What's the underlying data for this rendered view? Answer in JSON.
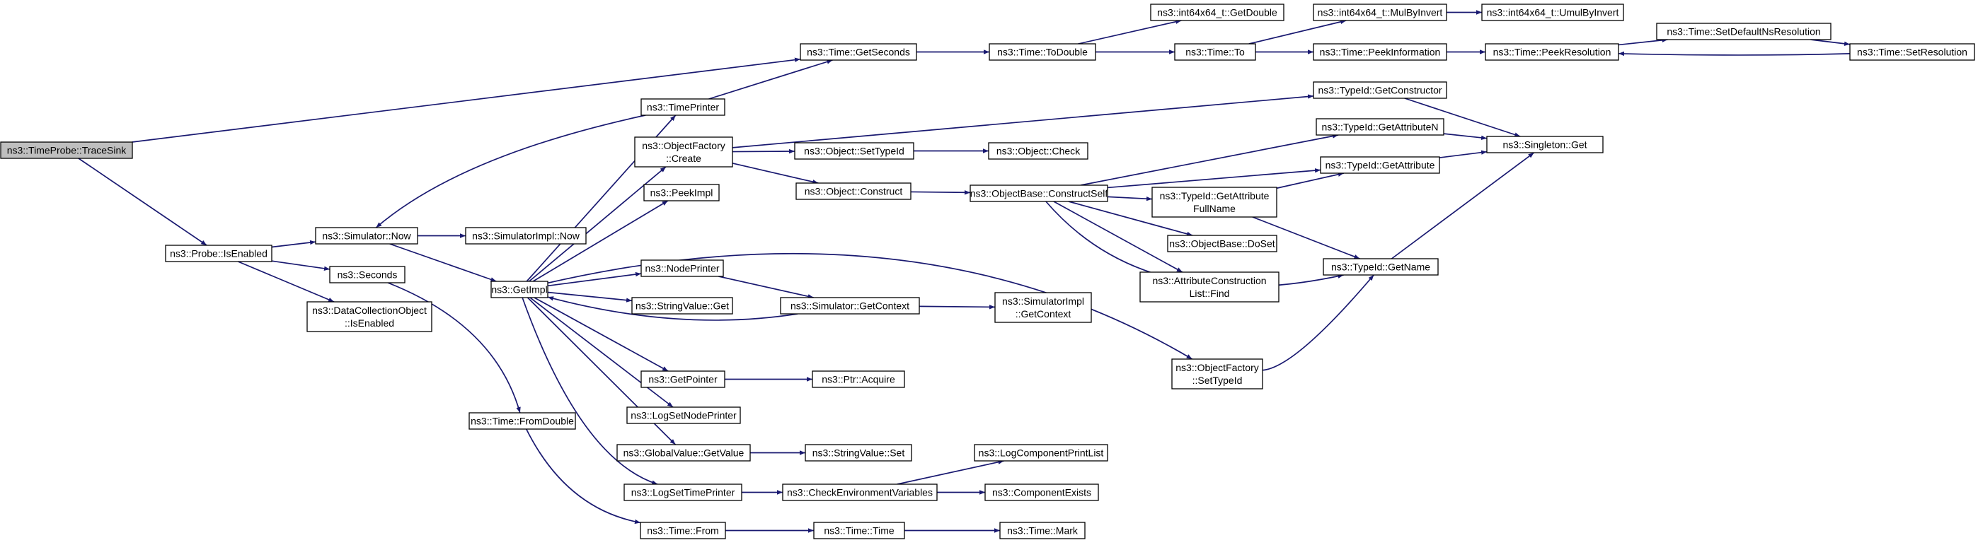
{
  "colors": {
    "edge": "#191970",
    "node_border": "#000000",
    "node_fill": "#ffffff",
    "root_fill": "#bfbfbf",
    "highlight_border": "#ff0000"
  },
  "nodes": {
    "TraceSink": {
      "lines": [
        "ns3::TimeProbe::TraceSink"
      ],
      "style": "root"
    },
    "ProbeIsEnabled": {
      "lines": [
        "ns3::Probe::IsEnabled"
      ]
    },
    "SimNow": {
      "lines": [
        "ns3::Simulator::Now"
      ]
    },
    "SimImplNow": {
      "lines": [
        "ns3::SimulatorImpl::Now"
      ]
    },
    "Seconds": {
      "lines": [
        "ns3::Seconds"
      ]
    },
    "DCOIsEnabled": {
      "lines": [
        "ns3::DataCollectionObject",
        "::IsEnabled"
      ]
    },
    "GetImpl": {
      "lines": [
        "ns3::GetImpl"
      ]
    },
    "TimeFromDouble": {
      "lines": [
        "ns3::Time::FromDouble"
      ]
    },
    "TimePrinter": {
      "lines": [
        "ns3::TimePrinter"
      ]
    },
    "ObjFactoryCreate": {
      "lines": [
        "ns3::ObjectFactory",
        "::Create"
      ]
    },
    "PeekImpl": {
      "lines": [
        "ns3::PeekImpl"
      ]
    },
    "NodePrinter": {
      "lines": [
        "ns3::NodePrinter"
      ]
    },
    "StringValueGet": {
      "lines": [
        "ns3::StringValue::Get"
      ]
    },
    "GetPointer": {
      "lines": [
        "ns3::GetPointer"
      ]
    },
    "LogSetNodePrinter": {
      "lines": [
        "ns3::LogSetNodePrinter"
      ]
    },
    "GlobalValueGetValue": {
      "lines": [
        "ns3::GlobalValue::GetValue"
      ]
    },
    "LogSetTimePrinter": {
      "lines": [
        "ns3::LogSetTimePrinter"
      ]
    },
    "TimeFrom": {
      "lines": [
        "ns3::Time::From"
      ]
    },
    "TimeGetSeconds": {
      "lines": [
        "ns3::Time::GetSeconds"
      ]
    },
    "TimeToDouble": {
      "lines": [
        "ns3::Time::ToDouble"
      ]
    },
    "Int64GetDouble": {
      "lines": [
        "ns3::int64x64_t::GetDouble"
      ]
    },
    "TimeTo": {
      "lines": [
        "ns3::Time::To"
      ]
    },
    "Int64MulByInvert": {
      "lines": [
        "ns3::int64x64_t::MulByInvert"
      ]
    },
    "Int64UmulByInvert": {
      "lines": [
        "ns3::int64x64_t::UmulByInvert"
      ]
    },
    "TimePeekInformation": {
      "lines": [
        "ns3::Time::PeekInformation"
      ]
    },
    "TimePeekResolution": {
      "lines": [
        "ns3::Time::PeekResolution"
      ]
    },
    "TimeSetDefaultNsResolution": {
      "lines": [
        "ns3::Time::SetDefaultNsResolution"
      ]
    },
    "TimeSetResolution": {
      "lines": [
        "ns3::Time::SetResolution"
      ]
    },
    "TypeIdGetConstructor": {
      "lines": [
        "ns3::TypeId::GetConstructor"
      ]
    },
    "ObjectSetTypeId": {
      "lines": [
        "ns3::Object::SetTypeId"
      ]
    },
    "ObjectCheck": {
      "lines": [
        "ns3::Object::Check"
      ],
      "style": "highlight"
    },
    "ObjectConstruct": {
      "lines": [
        "ns3::Object::Construct"
      ]
    },
    "ObjectBaseConstructSelf": {
      "lines": [
        "ns3::ObjectBase::ConstructSelf"
      ],
      "style": "highlight"
    },
    "TypeIdGetAttributeN": {
      "lines": [
        "ns3::TypeId::GetAttributeN"
      ]
    },
    "TypeIdGetAttribute": {
      "lines": [
        "ns3::TypeId::GetAttribute"
      ]
    },
    "TypeIdGetAttributeFullName": {
      "lines": [
        "ns3::TypeId::GetAttribute",
        "FullName"
      ]
    },
    "ObjectBaseDoSet": {
      "lines": [
        "ns3::ObjectBase::DoSet"
      ]
    },
    "AttrConstructionListFind": {
      "lines": [
        "ns3::AttributeConstruction",
        "List::Find"
      ]
    },
    "SingletonGet": {
      "lines": [
        "ns3::Singleton::Get"
      ]
    },
    "TypeIdGetName": {
      "lines": [
        "ns3::TypeId::GetName"
      ]
    },
    "SimGetContext": {
      "lines": [
        "ns3::Simulator::GetContext"
      ]
    },
    "SimImplGetContext": {
      "lines": [
        "ns3::SimulatorImpl",
        "::GetContext"
      ]
    },
    "ObjFactorySetTypeId": {
      "lines": [
        "ns3::ObjectFactory",
        "::SetTypeId"
      ]
    },
    "PtrAcquire": {
      "lines": [
        "ns3::Ptr::Acquire"
      ]
    },
    "StringValueSet": {
      "lines": [
        "ns3::StringValue::Set"
      ]
    },
    "CheckEnvVars": {
      "lines": [
        "ns3::CheckEnvironmentVariables"
      ]
    },
    "LogComponentPrintList": {
      "lines": [
        "ns3::LogComponentPrintList"
      ],
      "style": "highlight"
    },
    "ComponentExists": {
      "lines": [
        "ns3::ComponentExists"
      ],
      "style": "highlight"
    },
    "TimeTime": {
      "lines": [
        "ns3::Time::Time"
      ]
    },
    "TimeMark": {
      "lines": [
        "ns3::Time::Mark"
      ],
      "style": "highlight"
    }
  },
  "edges": [
    {
      "from": "TraceSink",
      "to": "TimeGetSeconds"
    },
    {
      "from": "TraceSink",
      "to": "ProbeIsEnabled"
    },
    {
      "from": "ProbeIsEnabled",
      "to": "SimNow"
    },
    {
      "from": "ProbeIsEnabled",
      "to": "Seconds"
    },
    {
      "from": "ProbeIsEnabled",
      "to": "DCOIsEnabled"
    },
    {
      "from": "SimNow",
      "to": "SimImplNow"
    },
    {
      "from": "SimNow",
      "to": "GetImpl"
    },
    {
      "from": "TimePrinter",
      "to": "SimNow"
    },
    {
      "from": "TimePrinter",
      "to": "TimeGetSeconds"
    },
    {
      "from": "Seconds",
      "to": "TimeFromDouble"
    },
    {
      "from": "TimeFromDouble",
      "to": "TimeFrom"
    },
    {
      "from": "GetImpl",
      "to": "TimePrinter"
    },
    {
      "from": "GetImpl",
      "to": "ObjFactoryCreate"
    },
    {
      "from": "GetImpl",
      "to": "PeekImpl"
    },
    {
      "from": "GetImpl",
      "to": "NodePrinter"
    },
    {
      "from": "GetImpl",
      "to": "StringValueGet"
    },
    {
      "from": "GetImpl",
      "to": "GetPointer"
    },
    {
      "from": "GetImpl",
      "to": "LogSetNodePrinter"
    },
    {
      "from": "GetImpl",
      "to": "GlobalValueGetValue"
    },
    {
      "from": "GetImpl",
      "to": "LogSetTimePrinter"
    },
    {
      "from": "GetImpl",
      "to": "ObjFactorySetTypeId"
    },
    {
      "from": "NodePrinter",
      "to": "SimGetContext"
    },
    {
      "from": "SimGetContext",
      "to": "GetImpl"
    },
    {
      "from": "SimGetContext",
      "to": "SimImplGetContext"
    },
    {
      "from": "TimeGetSeconds",
      "to": "TimeToDouble"
    },
    {
      "from": "TimeToDouble",
      "to": "Int64GetDouble"
    },
    {
      "from": "TimeToDouble",
      "to": "TimeTo"
    },
    {
      "from": "TimeTo",
      "to": "Int64MulByInvert"
    },
    {
      "from": "TimeTo",
      "to": "TimePeekInformation"
    },
    {
      "from": "Int64MulByInvert",
      "to": "Int64UmulByInvert"
    },
    {
      "from": "TimePeekInformation",
      "to": "TimePeekResolution"
    },
    {
      "from": "TimePeekResolution",
      "to": "TimeSetDefaultNsResolution"
    },
    {
      "from": "TimeSetDefaultNsResolution",
      "to": "TimeSetResolution"
    },
    {
      "from": "TimeSetResolution",
      "to": "TimePeekResolution"
    },
    {
      "from": "ObjFactoryCreate",
      "to": "TypeIdGetConstructor"
    },
    {
      "from": "ObjFactoryCreate",
      "to": "ObjectSetTypeId"
    },
    {
      "from": "ObjFactoryCreate",
      "to": "ObjectConstruct"
    },
    {
      "from": "ObjectSetTypeId",
      "to": "ObjectCheck"
    },
    {
      "from": "ObjectConstruct",
      "to": "ObjectBaseConstructSelf"
    },
    {
      "from": "ObjectBaseConstructSelf",
      "to": "TypeIdGetAttributeN"
    },
    {
      "from": "ObjectBaseConstructSelf",
      "to": "TypeIdGetAttribute"
    },
    {
      "from": "ObjectBaseConstructSelf",
      "to": "TypeIdGetAttributeFullName"
    },
    {
      "from": "ObjectBaseConstructSelf",
      "to": "ObjectBaseDoSet"
    },
    {
      "from": "ObjectBaseConstructSelf",
      "to": "AttrConstructionListFind"
    },
    {
      "from": "ObjectBaseConstructSelf",
      "to": "TypeIdGetName"
    },
    {
      "from": "TypeIdGetConstructor",
      "to": "SingletonGet"
    },
    {
      "from": "TypeIdGetAttributeN",
      "to": "SingletonGet"
    },
    {
      "from": "TypeIdGetAttribute",
      "to": "SingletonGet"
    },
    {
      "from": "TypeIdGetAttributeFullName",
      "to": "TypeIdGetAttribute"
    },
    {
      "from": "TypeIdGetAttributeFullName",
      "to": "TypeIdGetName"
    },
    {
      "from": "TypeIdGetName",
      "to": "SingletonGet"
    },
    {
      "from": "ObjFactorySetTypeId",
      "to": "TypeIdGetName"
    },
    {
      "from": "GetPointer",
      "to": "PtrAcquire"
    },
    {
      "from": "GlobalValueGetValue",
      "to": "StringValueSet"
    },
    {
      "from": "LogSetTimePrinter",
      "to": "CheckEnvVars"
    },
    {
      "from": "CheckEnvVars",
      "to": "LogComponentPrintList"
    },
    {
      "from": "CheckEnvVars",
      "to": "ComponentExists"
    },
    {
      "from": "TimeFrom",
      "to": "TimeTime"
    },
    {
      "from": "TimeTime",
      "to": "TimeMark"
    }
  ]
}
